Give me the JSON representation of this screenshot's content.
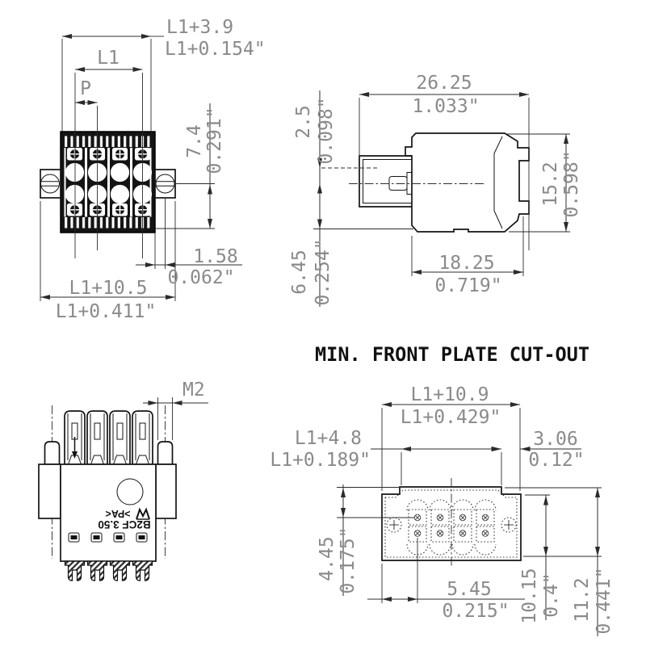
{
  "drawing": {
    "background": "#ffffff",
    "line_color": "#141414",
    "dim_text_color": "#8a8a8a",
    "part_series": "B2CF 3.50"
  },
  "front_view": {
    "dim_width": {
      "mm": "L1+3.9",
      "inch": "L1+0.154\""
    },
    "dim_l1": {
      "label": "L1"
    },
    "dim_pitch": {
      "label": "P"
    },
    "dim_height": {
      "mm": "7.4",
      "inch": "0.291\""
    },
    "dim_flange_offset": {
      "mm": "1.58",
      "inch": "0.062\""
    },
    "dim_overall": {
      "mm": "L1+10.5",
      "inch": "L1+0.411\""
    }
  },
  "side_view": {
    "dim_depth": {
      "mm": "26.25",
      "inch": "1.033\""
    },
    "dim_row_offset": {
      "mm": "2.5",
      "inch": "0.098\""
    },
    "dim_height": {
      "mm": "15.2",
      "inch": "0.598\""
    },
    "dim_body_depth": {
      "mm": "18.25",
      "inch": "0.719\""
    },
    "dim_center_bottom": {
      "mm": "6.45",
      "inch": "0.254\""
    }
  },
  "plug_view": {
    "dim_thread": {
      "label": "M2"
    },
    "marking_material": ">PA<",
    "marking_type": "B2CF 3.50"
  },
  "cutout_view": {
    "heading": "MIN. FRONT PLATE CUT-OUT",
    "dim_outer_width": {
      "mm": "L1+10.9",
      "inch": "L1+0.429\""
    },
    "dim_inner_width": {
      "mm": "L1+4.8",
      "inch": "L1+0.189\""
    },
    "dim_side_margin": {
      "mm": "3.06",
      "inch": "0.12\""
    },
    "dim_top_to_row": {
      "mm": "4.45",
      "inch": "0.175\""
    },
    "dim_edge_to_col": {
      "mm": "5.45",
      "inch": "0.215\""
    },
    "dim_inner_height": {
      "mm": "10.15",
      "inch": "0.4\""
    },
    "dim_outer_height": {
      "mm": "11.2",
      "inch": "0.441\""
    }
  }
}
